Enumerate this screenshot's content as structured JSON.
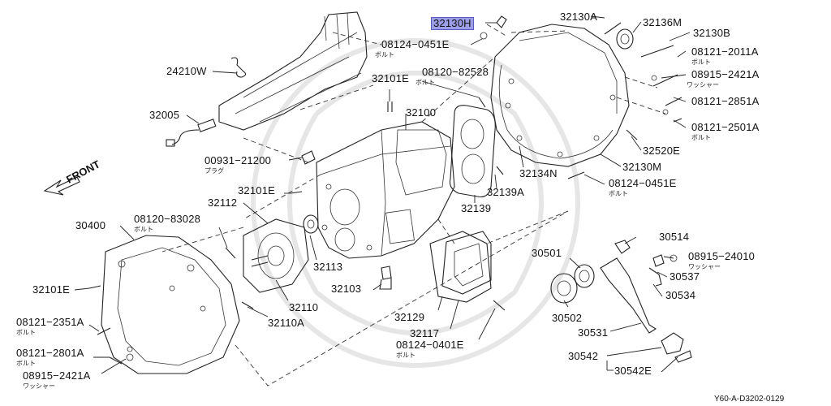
{
  "diagram": {
    "front_label": "FRONT",
    "drawing_code": "Y60-A-D3202-0129",
    "highlighted_part": "32130H",
    "parts": [
      {
        "number": "32130H",
        "sub": ""
      },
      {
        "number": "32130A",
        "sub": ""
      },
      {
        "number": "32136M",
        "sub": ""
      },
      {
        "number": "32130B",
        "sub": ""
      },
      {
        "number": "08124−0451E",
        "sub": "ボルト"
      },
      {
        "number": "08121−2011A",
        "sub": "ボルト"
      },
      {
        "number": "08915−2421A",
        "sub": "ワッシャー"
      },
      {
        "number": "08121−2851A",
        "sub": ""
      },
      {
        "number": "08121−2501A",
        "sub": "ボルト"
      },
      {
        "number": "24210W",
        "sub": ""
      },
      {
        "number": "08120−82528",
        "sub": "ボルト"
      },
      {
        "number": "32101E",
        "sub": ""
      },
      {
        "number": "32100",
        "sub": ""
      },
      {
        "number": "32005",
        "sub": ""
      },
      {
        "number": "32520E",
        "sub": ""
      },
      {
        "number": "32130M",
        "sub": ""
      },
      {
        "number": "00931−21200",
        "sub": "プラグ"
      },
      {
        "number": "32134N",
        "sub": ""
      },
      {
        "number": "08124−0451E",
        "sub": "ボルト"
      },
      {
        "number": "32101E",
        "sub": ""
      },
      {
        "number": "32139A",
        "sub": ""
      },
      {
        "number": "32112",
        "sub": ""
      },
      {
        "number": "32139",
        "sub": ""
      },
      {
        "number": "30400",
        "sub": ""
      },
      {
        "number": "08120−83028",
        "sub": "ボルト"
      },
      {
        "number": "30514",
        "sub": ""
      },
      {
        "number": "08915−24010",
        "sub": "ワッシャー"
      },
      {
        "number": "30501",
        "sub": ""
      },
      {
        "number": "32113",
        "sub": ""
      },
      {
        "number": "30537",
        "sub": ""
      },
      {
        "number": "32101E",
        "sub": ""
      },
      {
        "number": "32103",
        "sub": ""
      },
      {
        "number": "30534",
        "sub": ""
      },
      {
        "number": "32110",
        "sub": ""
      },
      {
        "number": "30502",
        "sub": ""
      },
      {
        "number": "08121−2351A",
        "sub": "ボルト"
      },
      {
        "number": "32110A",
        "sub": ""
      },
      {
        "number": "32129",
        "sub": ""
      },
      {
        "number": "32117",
        "sub": ""
      },
      {
        "number": "30531",
        "sub": ""
      },
      {
        "number": "08124−0401E",
        "sub": "ボルト"
      },
      {
        "number": "08121−2801A",
        "sub": "ボルト"
      },
      {
        "number": "30542",
        "sub": ""
      },
      {
        "number": "30542E",
        "sub": ""
      },
      {
        "number": "08915−2421A",
        "sub": "ワッシャー"
      }
    ]
  }
}
